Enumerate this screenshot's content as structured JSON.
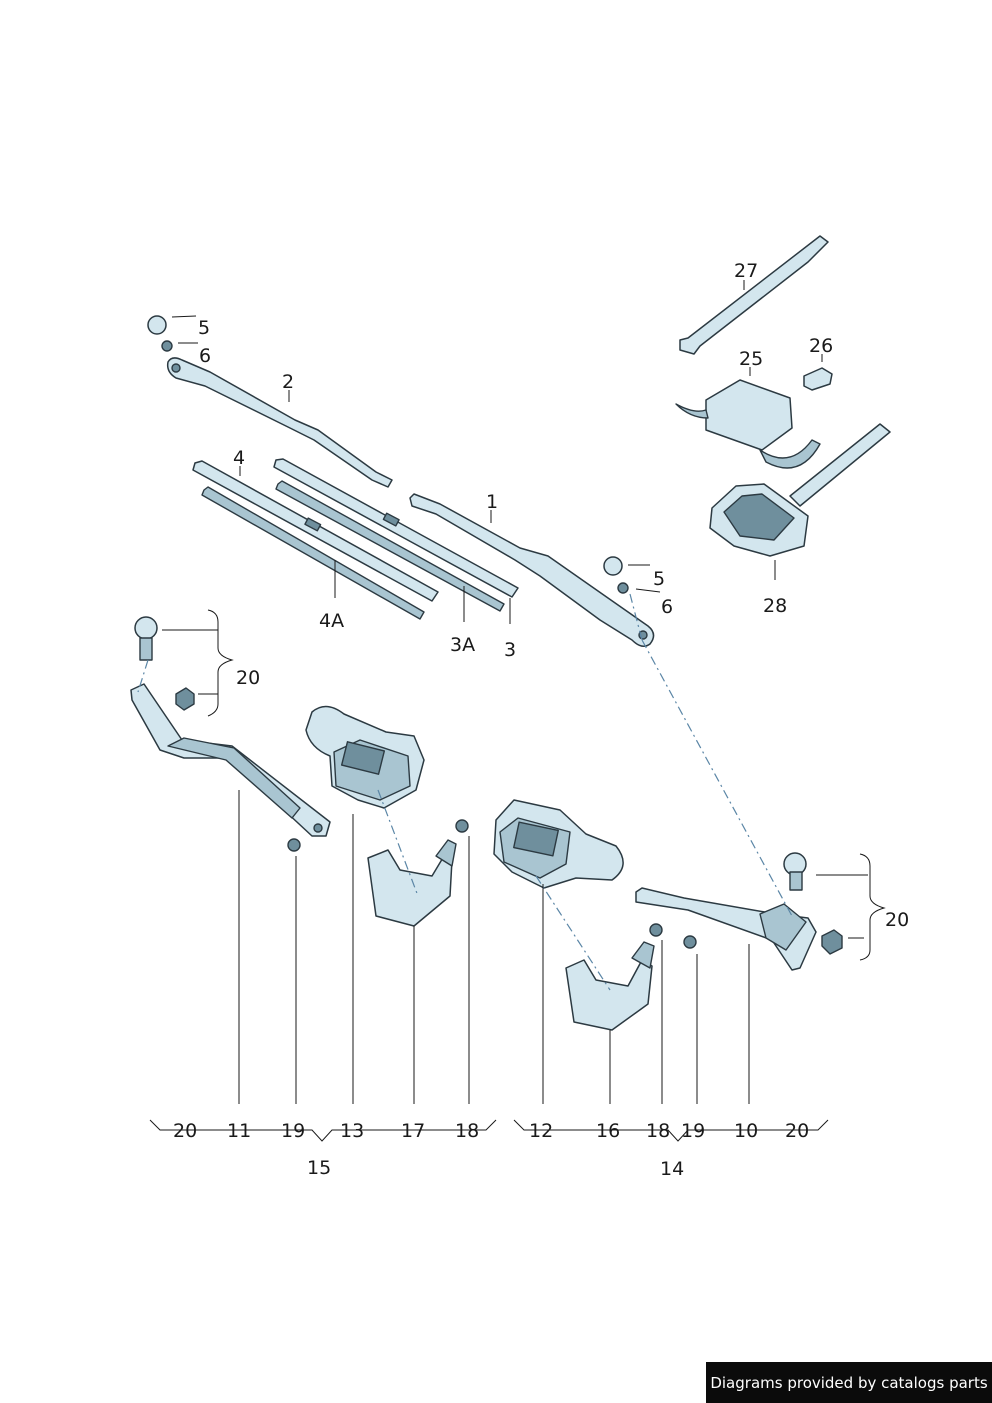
{
  "callouts": {
    "c1": "1",
    "c2": "2",
    "c3": "3",
    "c3a": "3A",
    "c4": "4",
    "c4a": "4A",
    "c5a": "5",
    "c5b": "5",
    "c6a": "6",
    "c6b": "6",
    "c20a": "20",
    "c20b": "20",
    "c25": "25",
    "c26": "26",
    "c27": "27",
    "c28": "28"
  },
  "bottom_left": [
    "20",
    "11",
    "19",
    "13",
    "17",
    "18"
  ],
  "bottom_right": [
    "12",
    "16",
    "18",
    "19",
    "10",
    "20"
  ],
  "group_labels": {
    "left": "15",
    "right": "14"
  },
  "watermark": "Diagrams provided by catalogs parts",
  "colors": {
    "part_fill": "#d3e6ee",
    "outline": "#2c3a42",
    "axis_line": "#5b86a6"
  }
}
